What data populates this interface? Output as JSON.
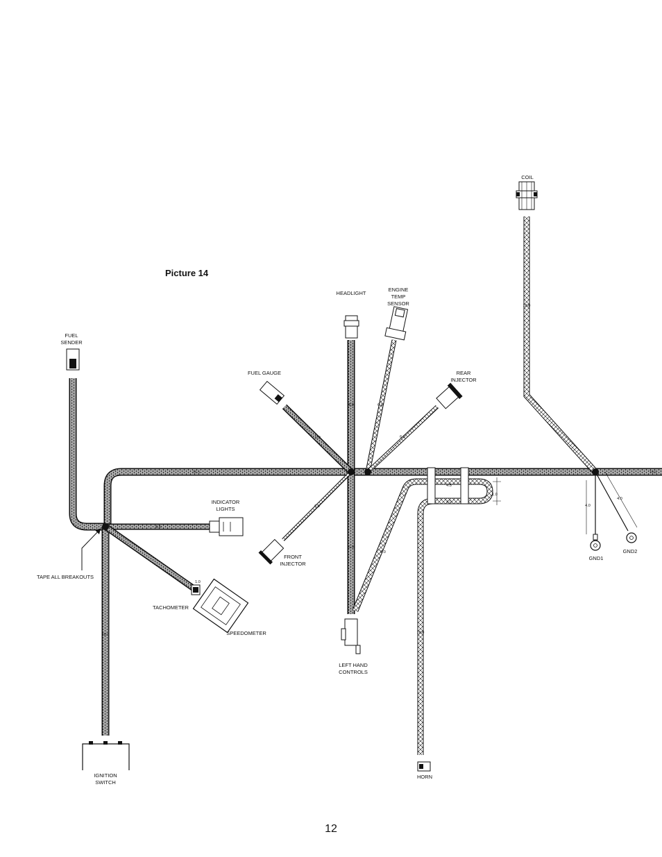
{
  "caption": "Picture 14",
  "page_number": "12",
  "components": {
    "coil": "COIL",
    "headlight": "HEADLIGHT",
    "engine_temp_sensor": [
      "ENGINE",
      "TEMP",
      "SENSOR"
    ],
    "fuel_sender": [
      "FUEL",
      "SENDER"
    ],
    "fuel_gauge": "FUEL GAUGE",
    "rear_injector": [
      "REAR",
      "INJECTOR"
    ],
    "indicator_lights": [
      "INDICATOR",
      "LIGHTS"
    ],
    "front_injector": [
      "FRONT",
      "INJECTOR"
    ],
    "tape_all_breakouts": "TAPE ALL BREAKOUTS",
    "tachometer": "TACHOMETER",
    "speedometer": "SPEEDOMETER",
    "left_hand_controls": [
      "LEFT HAND",
      "CONTROLS"
    ],
    "ignition_switch": [
      "IGNITION",
      "SWITCH"
    ],
    "horn": "HORN",
    "gnd1": "GND1",
    "gnd2": "GND2"
  },
  "segment_lengths": {
    "coil_run": "18.0",
    "ignition_run": "18.0",
    "horn_run": "18.0",
    "gnd1_run": "4.0",
    "gnd2_run": "4.0",
    "loop_upper": "4.5",
    "loop_lower": "4.0",
    "loop_dim": "1.0",
    "tach_run": "1.0",
    "main_left": "16.5",
    "main_right": "10.5",
    "indicator_run": "8.5",
    "fuel_gauge_run": "5.0",
    "front_injector_run": "6.0",
    "headlight_run": "5.0",
    "rear_injector_run": "6.0",
    "engine_temp_run": "6.0",
    "left_controls_run": "6.0",
    "horn_branch": "8.0"
  }
}
